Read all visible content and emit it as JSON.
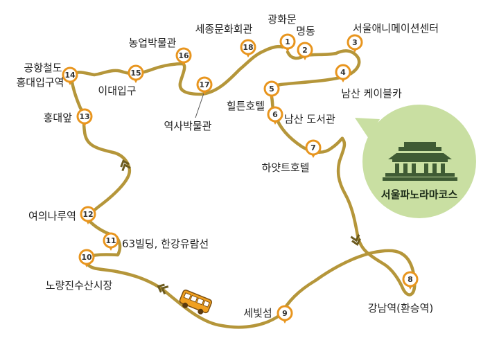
{
  "colors": {
    "route": "#b5963a",
    "marker_fill": "#ffffff",
    "marker_ring": "#e8951e",
    "badge_bg": "#c9dfa2",
    "palace": "#3f5b34",
    "bus": "#f0a020"
  },
  "badge": {
    "title": "서울파노라마코스",
    "icon": "palace-icon"
  },
  "bus_icon": "bus-icon",
  "stops": [
    {
      "num": "1",
      "label": "광화문"
    },
    {
      "num": "2",
      "label": "명동"
    },
    {
      "num": "3",
      "label": "서울애니메이션센터"
    },
    {
      "num": "4",
      "label": "남산 케이블카"
    },
    {
      "num": "5",
      "label": "힐튼호텔"
    },
    {
      "num": "6",
      "label": "남산 도서관"
    },
    {
      "num": "7",
      "label": "하얏트호텔"
    },
    {
      "num": "8",
      "label": "강남역(환승역)"
    },
    {
      "num": "9",
      "label": "세빛섬"
    },
    {
      "num": "10",
      "label": "노량진수산시장"
    },
    {
      "num": "11",
      "label": "63빌딩, 한강유람선"
    },
    {
      "num": "12",
      "label": "여의나루역"
    },
    {
      "num": "13",
      "label": "홍대앞"
    },
    {
      "num": "14",
      "label": "공항철도",
      "label2": "홍대입구역"
    },
    {
      "num": "15",
      "label": "이대입구"
    },
    {
      "num": "16",
      "label": "농업박물관"
    },
    {
      "num": "17",
      "label": "역사박물관"
    },
    {
      "num": "18",
      "label": "세종문화회관"
    }
  ]
}
